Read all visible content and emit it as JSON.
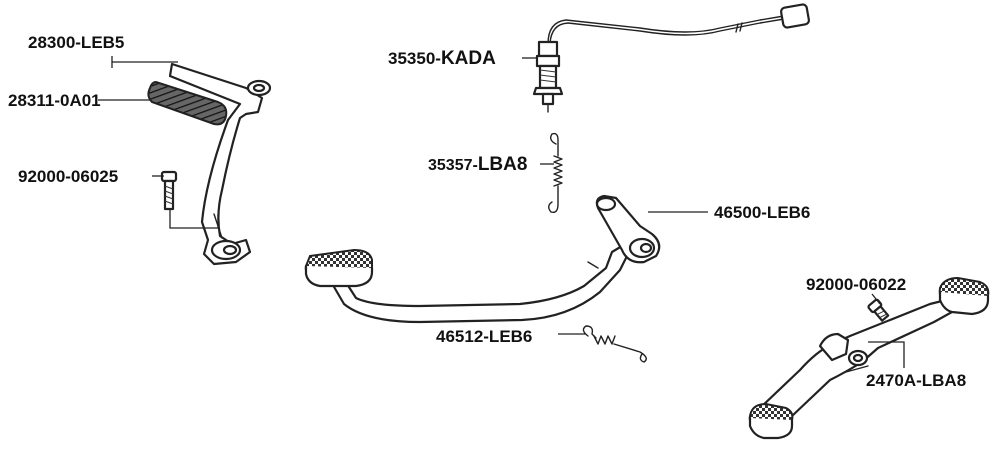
{
  "labels": {
    "kick_lever": "28300-LEB5",
    "kick_rubber": "28311-0A01",
    "bolt_left": "92000-06025",
    "switch_pre": "35350-",
    "switch_suf": "KADA",
    "spring_top_pre": "35357-",
    "spring_top_suf": "LBA8",
    "brake_pedal": "46500-LEB6",
    "spring_bottom": "46512-LEB6",
    "bolt_right": "92000-06022",
    "step_bar": "2470A-LBA8"
  },
  "colors": {
    "ink": "#222222",
    "rubber": "#555555"
  }
}
